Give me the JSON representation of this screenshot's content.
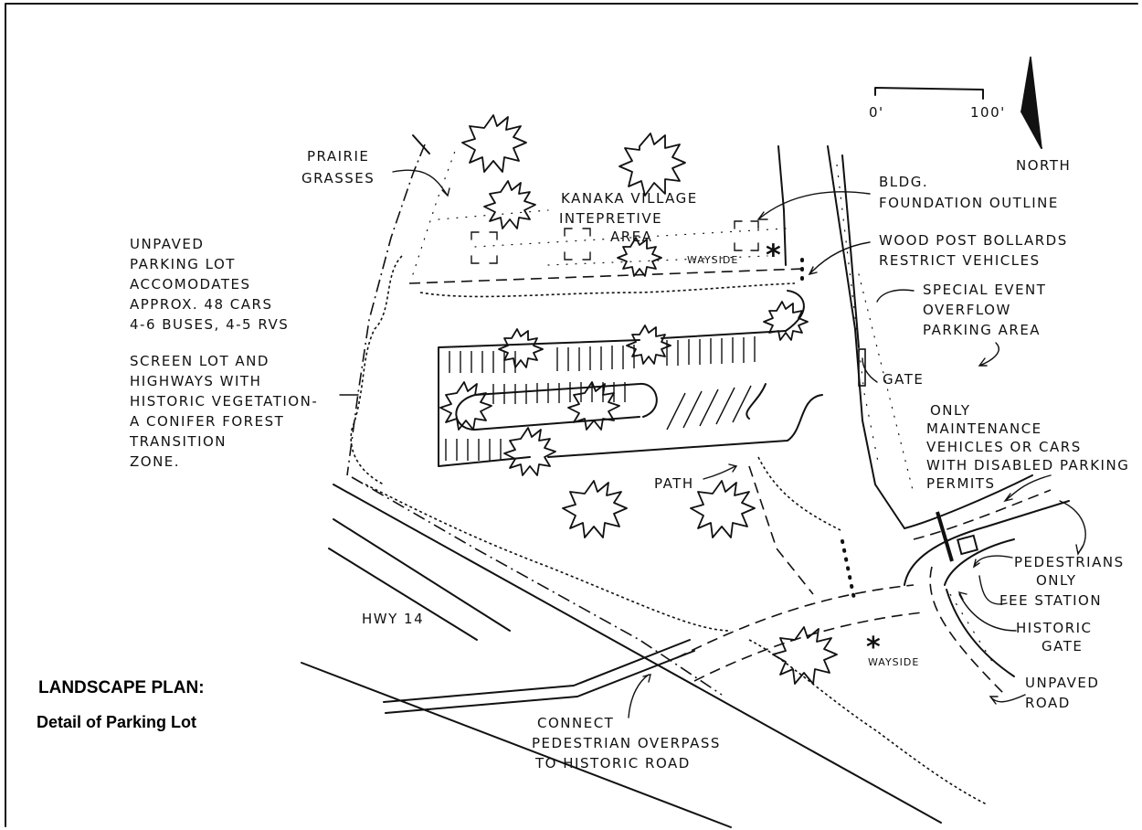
{
  "title": {
    "line1": "LANDSCAPE PLAN:",
    "line2": "Detail of Parking Lot"
  },
  "scale": {
    "start": "0'",
    "end": "100'"
  },
  "north_label": "NORTH",
  "labels": {
    "prairie": [
      "PRAIRIE",
      "GRASSES"
    ],
    "village": [
      "KANAKA VILLAGE",
      "INTEPRETIVE",
      "AREA"
    ],
    "wayside_top": "WAYSIDE",
    "wayside_bottom": "WAYSIDE",
    "bldg": [
      "BLDG.",
      "FOUNDATION OUTLINE"
    ],
    "bollards": [
      "WOOD POST BOLLARDS",
      "RESTRICT VEHICLES"
    ],
    "overflow": [
      "SPECIAL EVENT",
      "OVERFLOW",
      "PARKING AREA"
    ],
    "gate": "GATE",
    "maintenance": [
      "ONLY",
      "MAINTENANCE",
      "VEHICLES OR CARS",
      "WITH DISABLED PARKING",
      "PERMITS"
    ],
    "pedestrians": [
      "PEDESTRIANS",
      "ONLY"
    ],
    "fee_station": "FEE STATION",
    "historic_gate": [
      "HISTORIC",
      "GATE"
    ],
    "unpaved_road": [
      "UNPAVED",
      "ROAD"
    ],
    "unpaved_lot": [
      "UNPAVED",
      "PARKING LOT",
      "ACCOMODATES",
      "APPROX. 48 CARS",
      "4-6 BUSES, 4-5 RVS"
    ],
    "screen": [
      "SCREEN LOT AND",
      "HIGHWAYS WITH",
      "HISTORIC VEGETATION-",
      "A CONIFER FOREST",
      "TRANSITION",
      "ZONE."
    ],
    "path": "PATH",
    "hwy": "HWY 14",
    "connect": [
      "CONNECT",
      "PEDESTRIAN OVERPASS",
      "TO HISTORIC ROAD"
    ]
  }
}
